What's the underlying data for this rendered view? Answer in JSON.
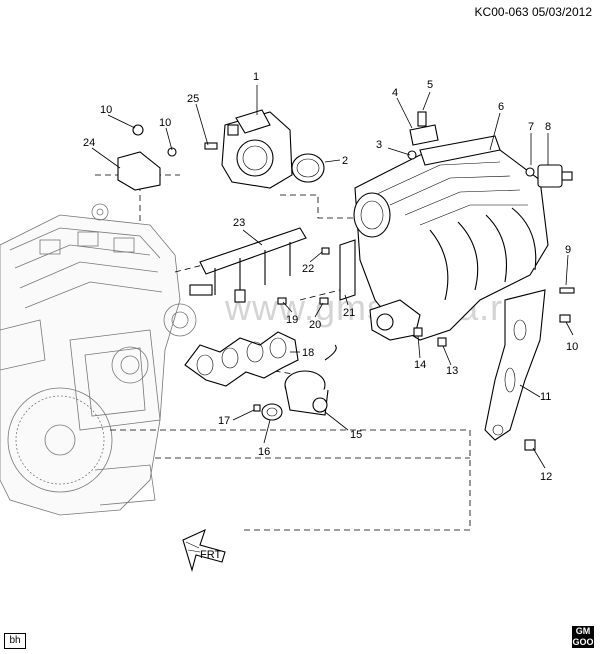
{
  "header": {
    "code": "KC00-063",
    "date": "05/03/2012"
  },
  "watermark": "www.gmshlaba.ru",
  "footer": {
    "left_tag": "bh",
    "logo_top": "GM",
    "logo_bottom": "GOO"
  },
  "front_marker": "FRT",
  "callouts": [
    "1",
    "2",
    "3",
    "4",
    "5",
    "6",
    "7",
    "8",
    "9",
    "10",
    "10",
    "10",
    "11",
    "12",
    "13",
    "14",
    "15",
    "16",
    "17",
    "18",
    "19",
    "20",
    "21",
    "22",
    "23",
    "24",
    "25"
  ]
}
